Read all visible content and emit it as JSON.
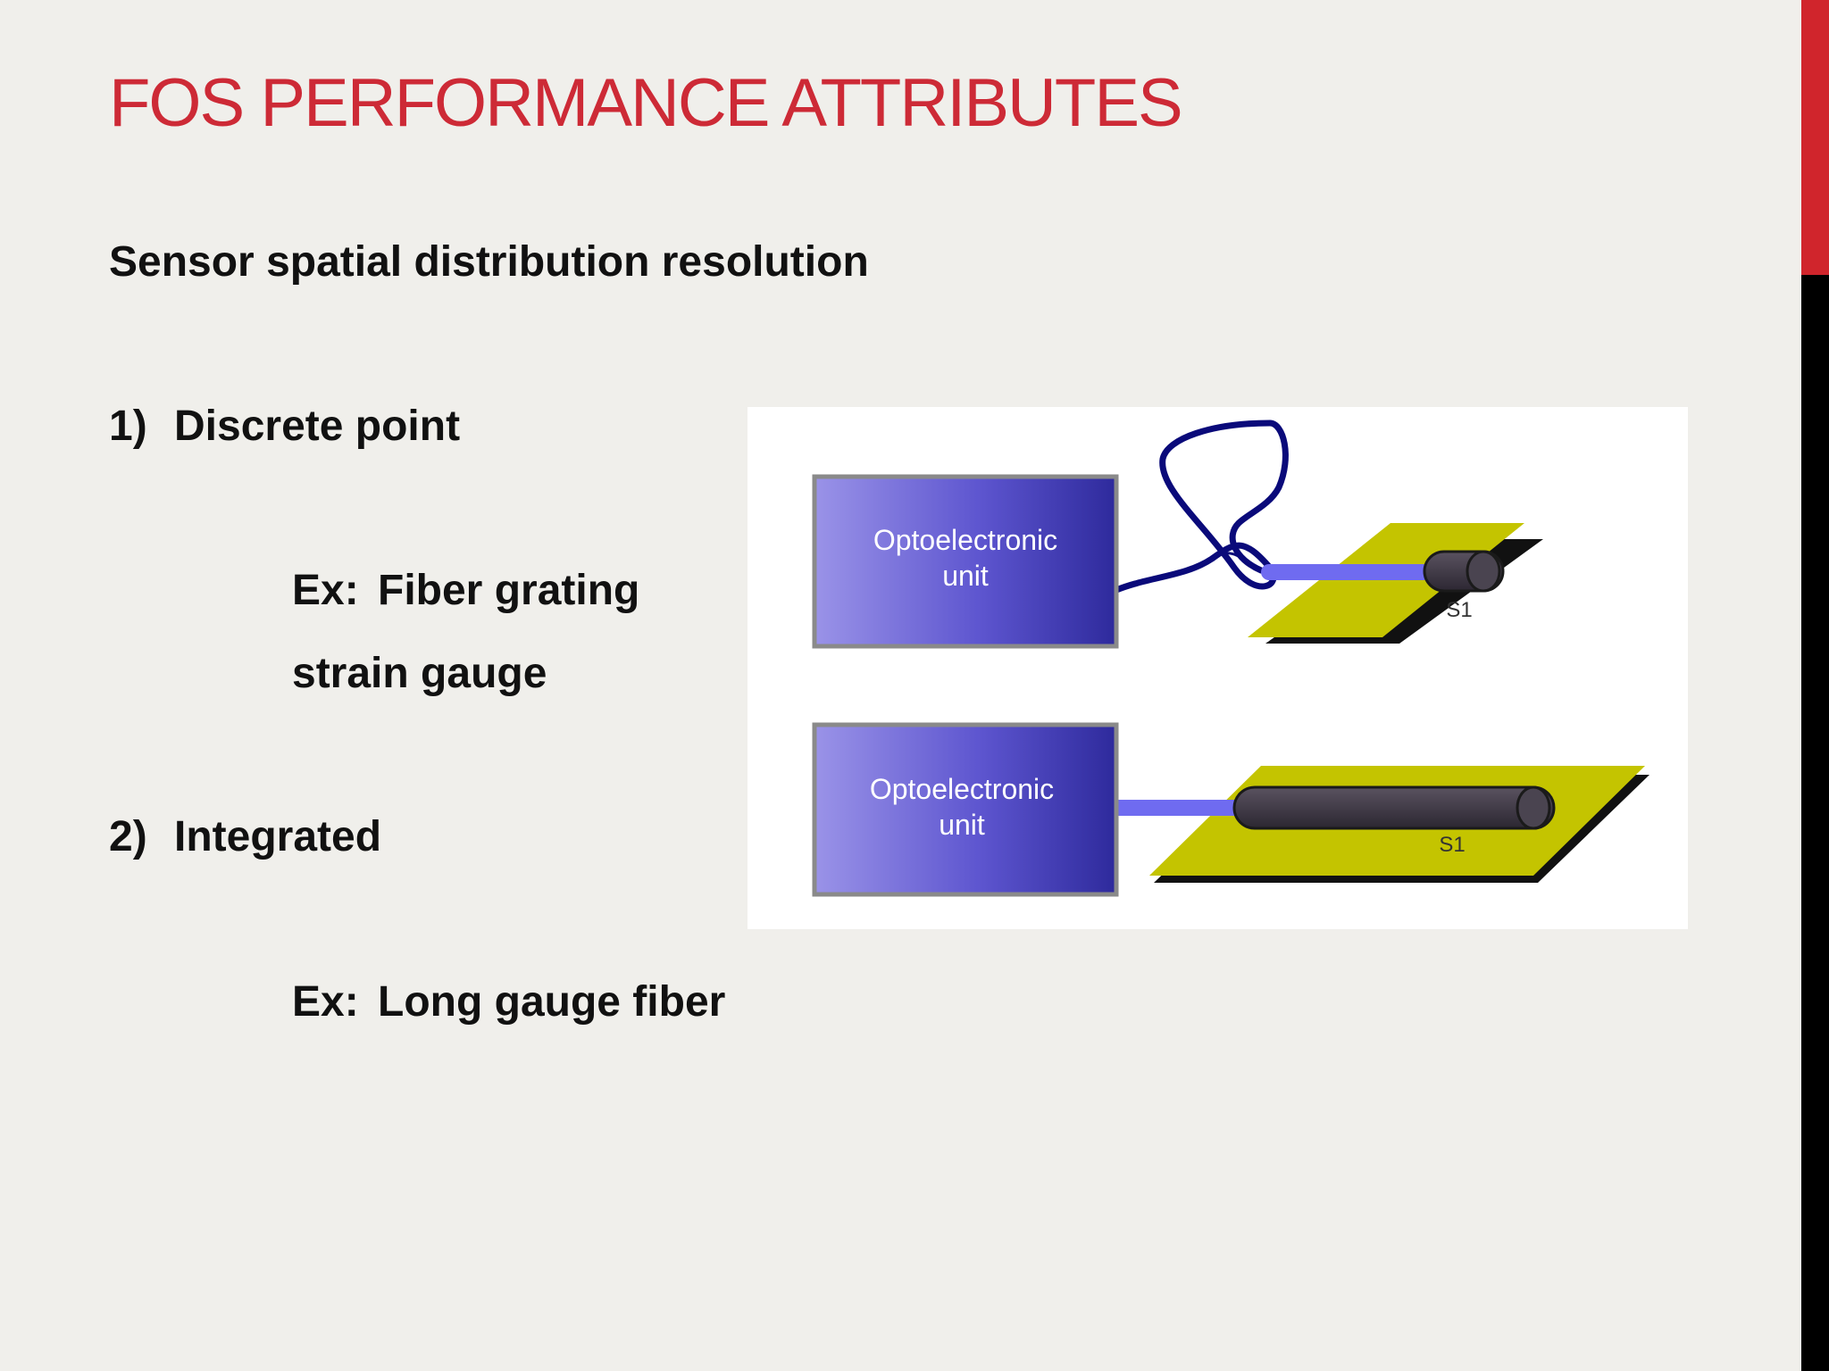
{
  "slide": {
    "title": "FOS PERFORMANCE ATTRIBUTES",
    "subtitle": "Sensor spatial distribution resolution",
    "items": [
      {
        "number": "1)",
        "label": "Discrete point",
        "example_prefix": "Ex:",
        "example_lines": [
          "Fiber grating",
          "strain gauge"
        ]
      },
      {
        "number": "2)",
        "label": "Integrated",
        "example_prefix": "Ex:",
        "example_lines": [
          "Long gauge fiber"
        ]
      }
    ]
  },
  "figure": {
    "top_diagram": {
      "unit_label_line1": "Optoelectronic",
      "unit_label_line2": "unit",
      "sensor_label": "S1"
    },
    "bottom_diagram": {
      "unit_label_line1": "Optoelectronic",
      "unit_label_line2": "unit",
      "sensor_label": "S1"
    }
  },
  "colors": {
    "title": "#cd2a36",
    "accent_bar": "#d0252c",
    "background": "#f0efeb",
    "unit_box_dark": "#2e2a9c",
    "unit_box_light": "#9a93e8",
    "fiber": "#6f6bf0",
    "fiber_loop": "#0a0a7a",
    "plate": "#c4c400",
    "sensor": "#3a3340"
  }
}
